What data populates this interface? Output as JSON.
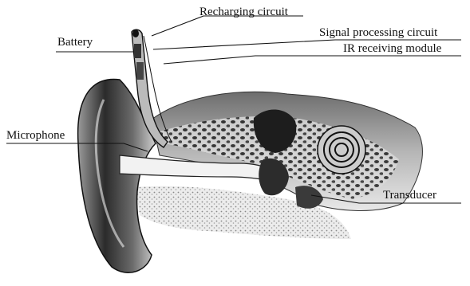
{
  "labels": {
    "battery": "Battery",
    "recharging_circuit": "Recharging circuit",
    "signal_processing_circuit": "Signal processing circuit",
    "ir_receiving_module": "IR receiving module",
    "microphone": "Microphone",
    "transducer": "Transducer"
  },
  "colors": {
    "ink": "#111111",
    "shade_dark": "#2a2a2a",
    "shade_mid": "#777777",
    "shade_light": "#bdbdbd",
    "background": "#ffffff"
  }
}
